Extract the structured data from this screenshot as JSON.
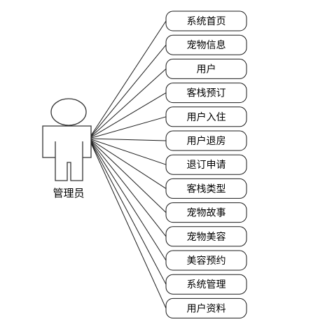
{
  "actor": {
    "name": "管理员"
  },
  "use_cases": [
    "系统首页",
    "宠物信息",
    "用户",
    "客栈预订",
    "用户入住",
    "用户退房",
    "退订申请",
    "客栈类型",
    "宠物故事",
    "宠物美容",
    "美容预约",
    "系统管理",
    "用户资料"
  ]
}
